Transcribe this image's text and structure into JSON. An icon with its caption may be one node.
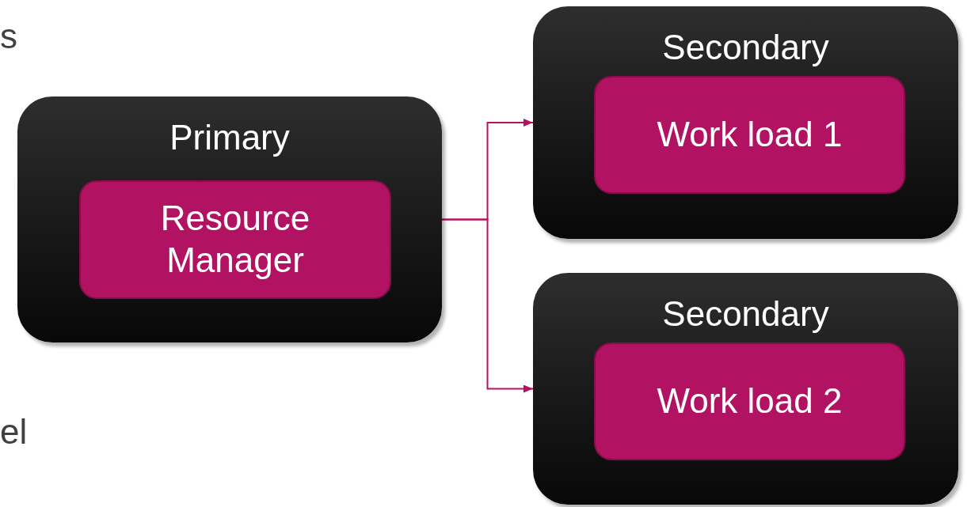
{
  "diagram": {
    "nodes": [
      {
        "text": [
          "Primary"
        ]
      },
      {
        "text": [
          "Resource Manager"
        ],
        "in": 0
      },
      {
        "text": [
          "Secondary"
        ]
      },
      {
        "text": [
          "Work load 1"
        ],
        "in": 2
      },
      {
        "text": [
          "Secondary"
        ]
      },
      {
        "text": [
          "Work load 2"
        ],
        "in": 4
      }
    ],
    "edges": [
      {
        "from": 0,
        "to": 2,
        "arrow": "to"
      },
      {
        "from": 0,
        "to": 4,
        "arrow": "to"
      }
    ],
    "labels": [
      "s",
      "el"
    ]
  }
}
